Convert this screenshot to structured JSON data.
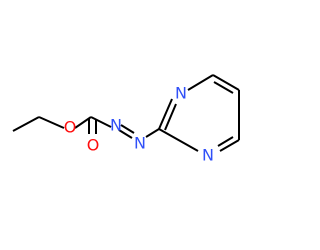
{
  "colors": {
    "carbon_bond": "#000000",
    "oxygen": "#ff0d0d",
    "nitrogen": "#3050f8",
    "background": "#ffffff"
  },
  "atoms": {
    "o_ester": "O",
    "o_carbonyl": "O",
    "n_azo_1": "N",
    "n_azo_2": "N",
    "n_ring_top": "N",
    "n_ring_bottom": "N"
  }
}
